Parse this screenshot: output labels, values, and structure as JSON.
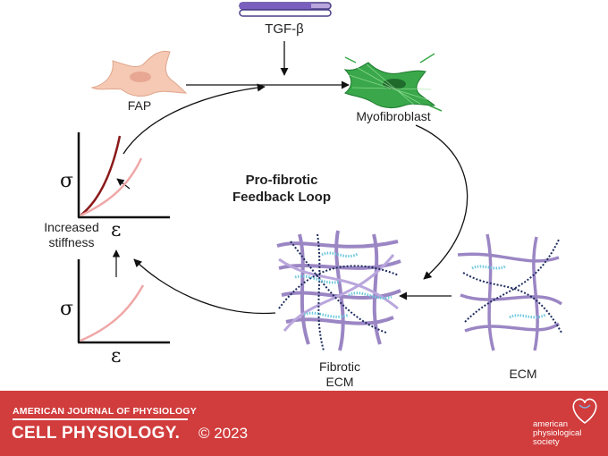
{
  "diagram": {
    "title_line1": "Pro-fibrotic",
    "title_line2": "Feedback Loop",
    "labels": {
      "tgf": "TGF-β",
      "fap": "FAP",
      "myofibroblast": "Myofibroblast",
      "fibrotic_ecm_line1": "Fibrotic",
      "fibrotic_ecm_line2": "ECM",
      "ecm": "ECM",
      "increased_line1": "Increased",
      "increased_line2": "stiffness"
    },
    "axis_symbols": {
      "stress": "σ",
      "strain": "ε"
    }
  },
  "footer": {
    "journal_top": "AMERICAN JOURNAL OF PHYSIOLOGY",
    "journal_main": "CELL PHYSIOLOGY.",
    "copyright": "© 2023",
    "society_line1": "american",
    "society_line2": "physiological",
    "society_line3": "society"
  },
  "colors": {
    "footer_bg": "#d13c3c",
    "fap_cell": "#f5c9b4",
    "myofibroblast": "#3aa84a",
    "curve_dark": "#8b1a1a",
    "curve_light": "#f0a7a7",
    "fiber_purple": "#9b86c4",
    "fiber_navy": "#1d2b5e",
    "fiber_cyan": "#6fc8dd"
  }
}
